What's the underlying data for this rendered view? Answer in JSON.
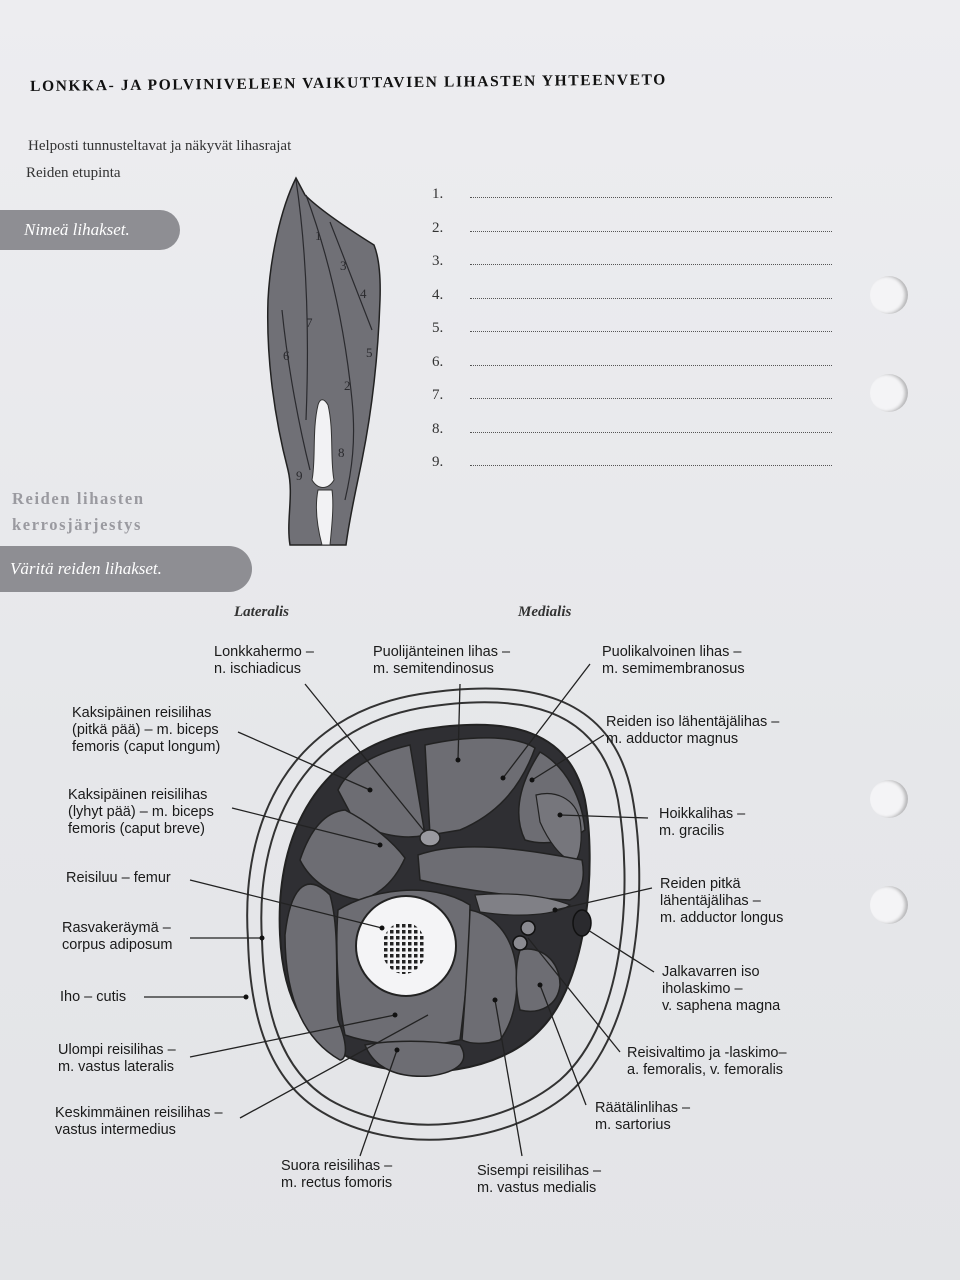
{
  "title": "LONKKA- JA POLVINIVELEEN VAIKUTTAVIEN LIHASTEN YHTEENVETO",
  "intro": {
    "line1": "Helposti tunnusteltavat ja näkyvät lihasrajat",
    "line2": "Reiden etupinta"
  },
  "name_pill": "Nimeä lihakset.",
  "answer_list": [
    "1.",
    "2.",
    "3.",
    "4.",
    "5.",
    "6.",
    "7.",
    "8.",
    "9."
  ],
  "leg_numbers": [
    "1",
    "2",
    "3",
    "4",
    "5",
    "6",
    "7",
    "8",
    "9"
  ],
  "layers_heading": {
    "line1": "Reiden lihasten",
    "line2": "kerrosjärjestys"
  },
  "color_pill": "Väritä reiden lihakset.",
  "side_labels": {
    "lateral": "Lateralis",
    "medial": "Medialis"
  },
  "labels": {
    "ischiadicus": "Lonkkahermo –\nn. ischiadicus",
    "semitendinosus": "Puolijänteinen lihas –\nm. semitendinosus",
    "semimembranosus": "Puolikalvoinen lihas –\nm. semimembranosus",
    "biceps_long": "Kaksipäinen reisilihas\n(pitkä pää) – m. biceps\nfemoris (caput longum)",
    "adductor_magnus": "Reiden iso lähentäjälihas –\nm. adductor magnus",
    "biceps_short": "Kaksipäinen reisilihas\n(lyhyt pää) – m. biceps\nfemoris (caput breve)",
    "gracilis": "Hoikkalihas –\nm. gracilis",
    "femur": "Reisiluu – femur",
    "adductor_longus": "Reiden pitkä\nlähentäjälihas –\nm. adductor longus",
    "adiposum": "Rasvakeräymä –\ncorpus adiposum",
    "saphena": "Jalkavarren iso\niholaskimo –\nv. saphena magna",
    "cutis": "Iho – cutis",
    "femoralis": "Reisivaltimo ja -laskimo–\na. femoralis, v. femoralis",
    "vastus_lateralis": "Ulompi reisilihas –\nm. vastus lateralis",
    "sartorius": "Räätälinlihas –\nm. sartorius",
    "vastus_intermedius": "Keskimmäinen reisilihas –\nvastus intermedius",
    "rectus": "Suora reisilihas –\nm. rectus fomoris",
    "vastus_medialis": "Sisempi reisilihas –\nm. vastus medialis"
  },
  "colors": {
    "muscle": "#6d6d73",
    "muscle_dark": "#3a3a3f",
    "pill": "#8e8e93",
    "paper": "#e9e9ec"
  }
}
